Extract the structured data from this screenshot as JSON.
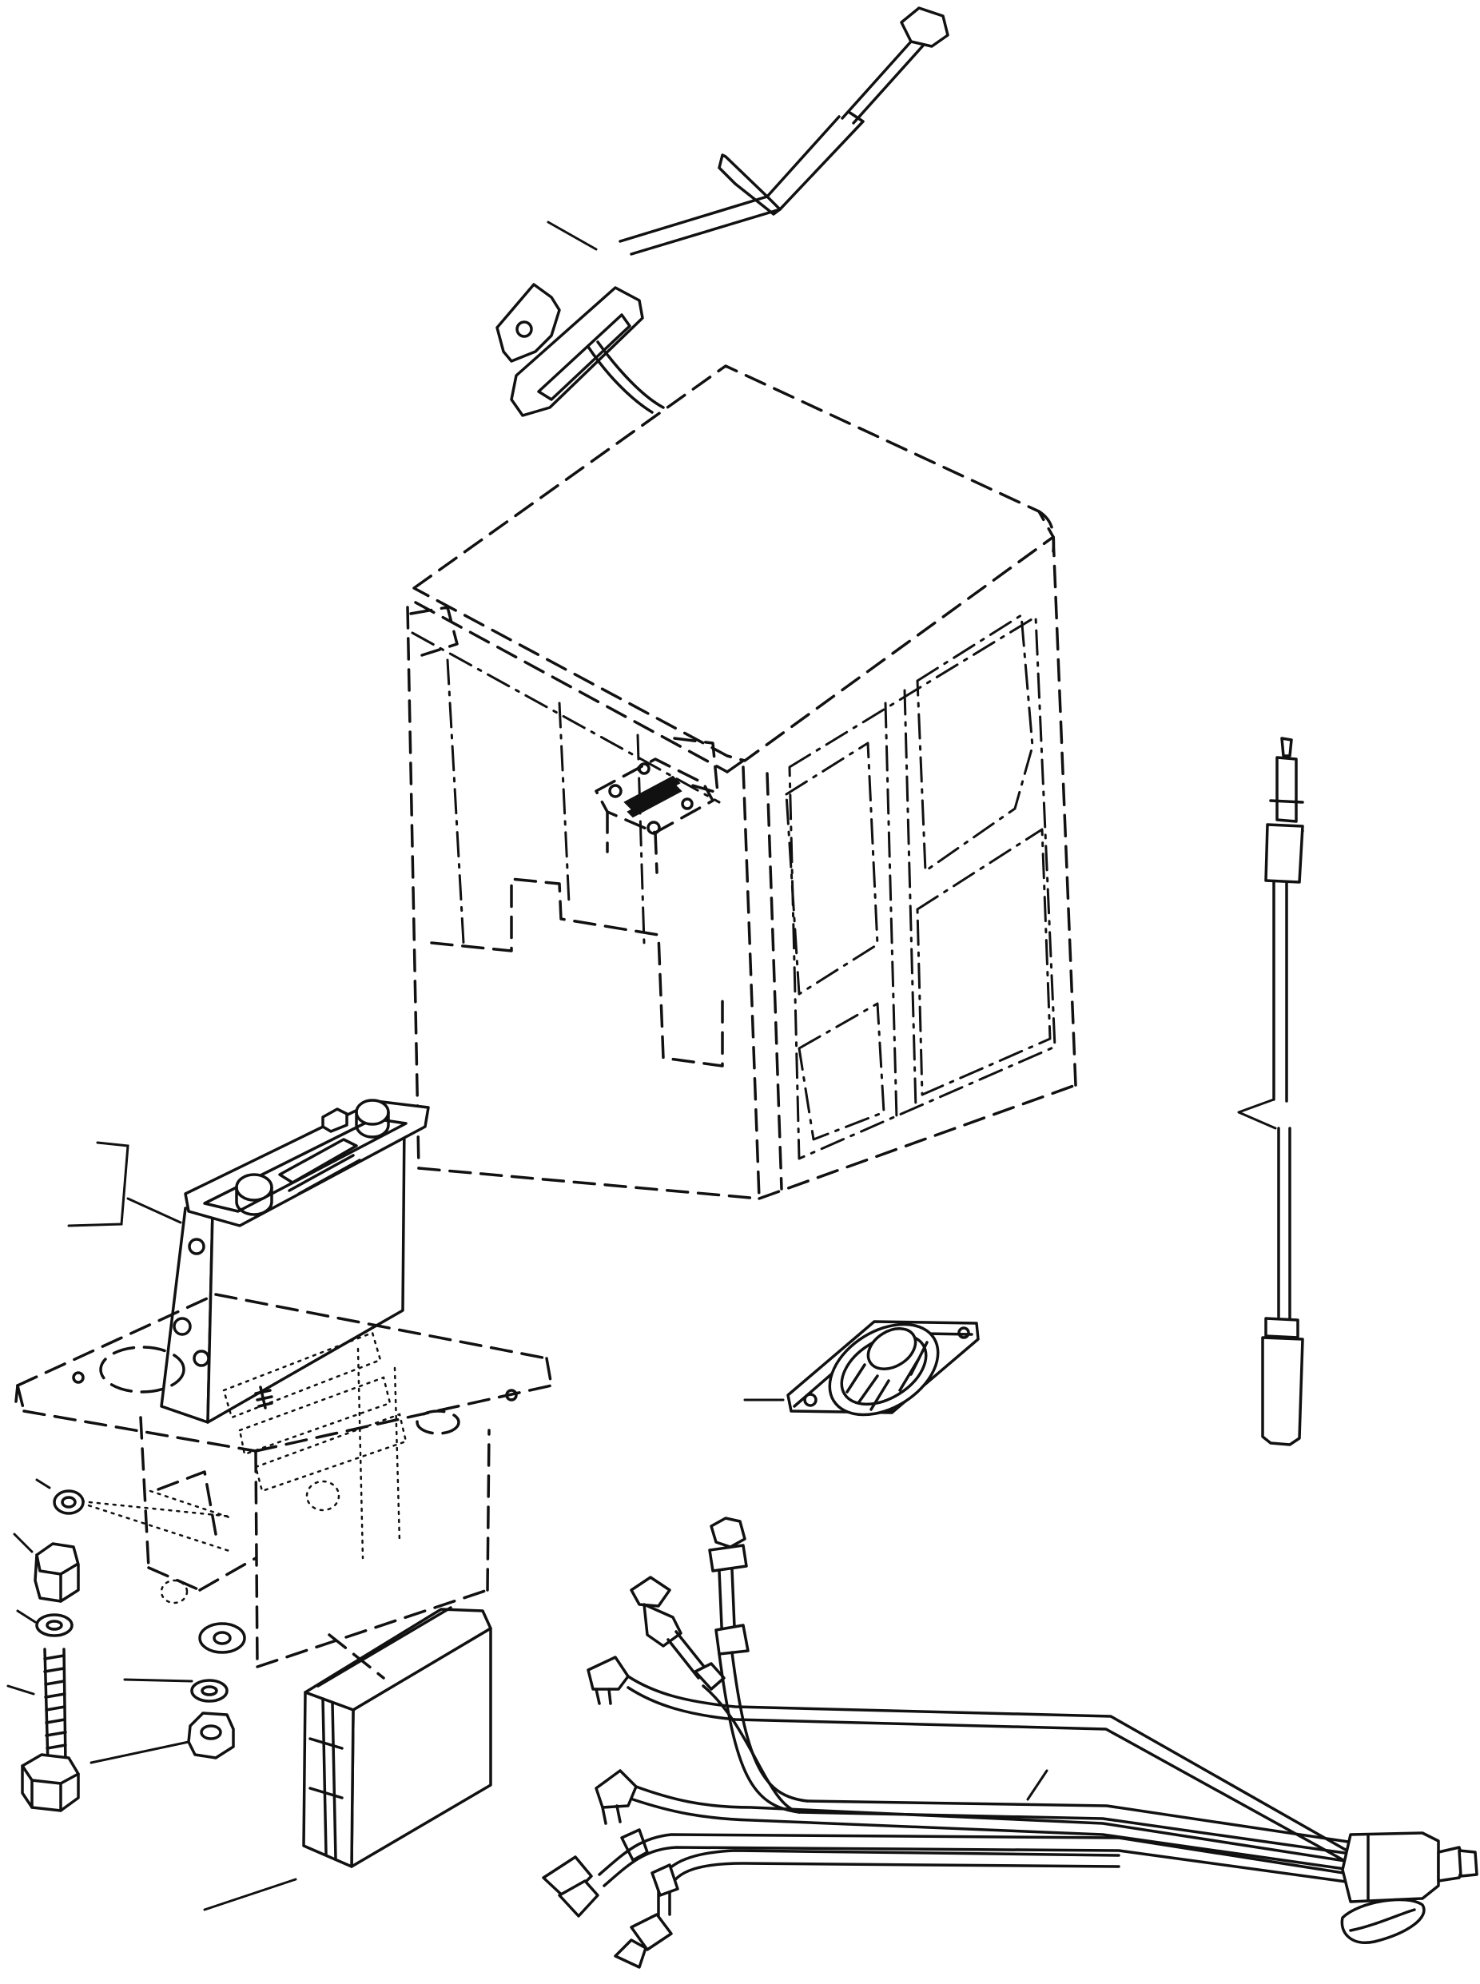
{
  "drawing": {
    "style": "black line art on white",
    "components": [
      {
        "name": "antenna",
        "icon": "antenna-icon"
      },
      {
        "name": "cab-outline",
        "icon": "cab-icon"
      },
      {
        "name": "radio-unit",
        "icon": "radio-icon"
      },
      {
        "name": "mounting-bracket",
        "icon": "bracket-icon"
      },
      {
        "name": "speaker",
        "icon": "speaker-icon"
      },
      {
        "name": "antenna-cable",
        "icon": "cable-icon"
      },
      {
        "name": "wiring-harness",
        "icon": "harness-icon"
      },
      {
        "name": "converter-box",
        "icon": "box-icon"
      },
      {
        "name": "hardware-set",
        "icon": "hardware-icon"
      }
    ],
    "colors": {
      "ink": "#111111",
      "paper": "#ffffff"
    }
  }
}
